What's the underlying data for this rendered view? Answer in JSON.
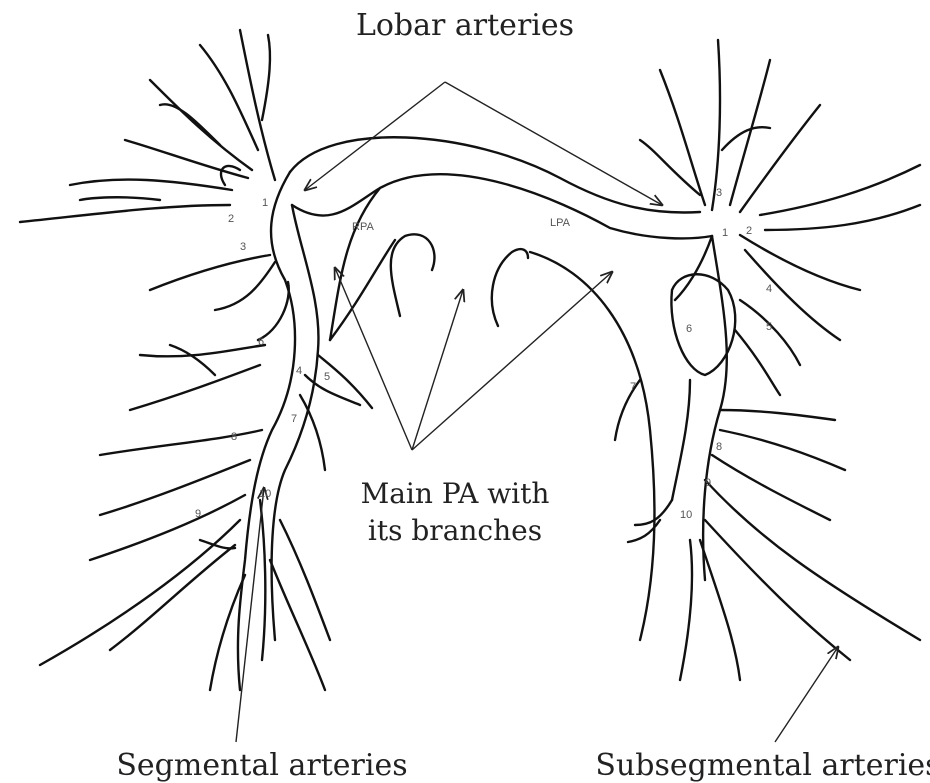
{
  "captions": {
    "lobar": "Lobar arteries",
    "main_line1": "Main PA with",
    "main_line2": "its branches",
    "segmental": "Segmental arteries",
    "subsegmental": "Subsegmental arteries"
  },
  "vessel_labels": {
    "rpa": "RPA",
    "lpa": "LPA"
  },
  "segment_numbers": {
    "right": [
      "1",
      "2",
      "3",
      "4",
      "5",
      "6",
      "7",
      "8",
      "9",
      "10"
    ],
    "left": [
      "1",
      "2",
      "3",
      "4",
      "5",
      "6",
      "7",
      "8",
      "9",
      "10"
    ]
  }
}
